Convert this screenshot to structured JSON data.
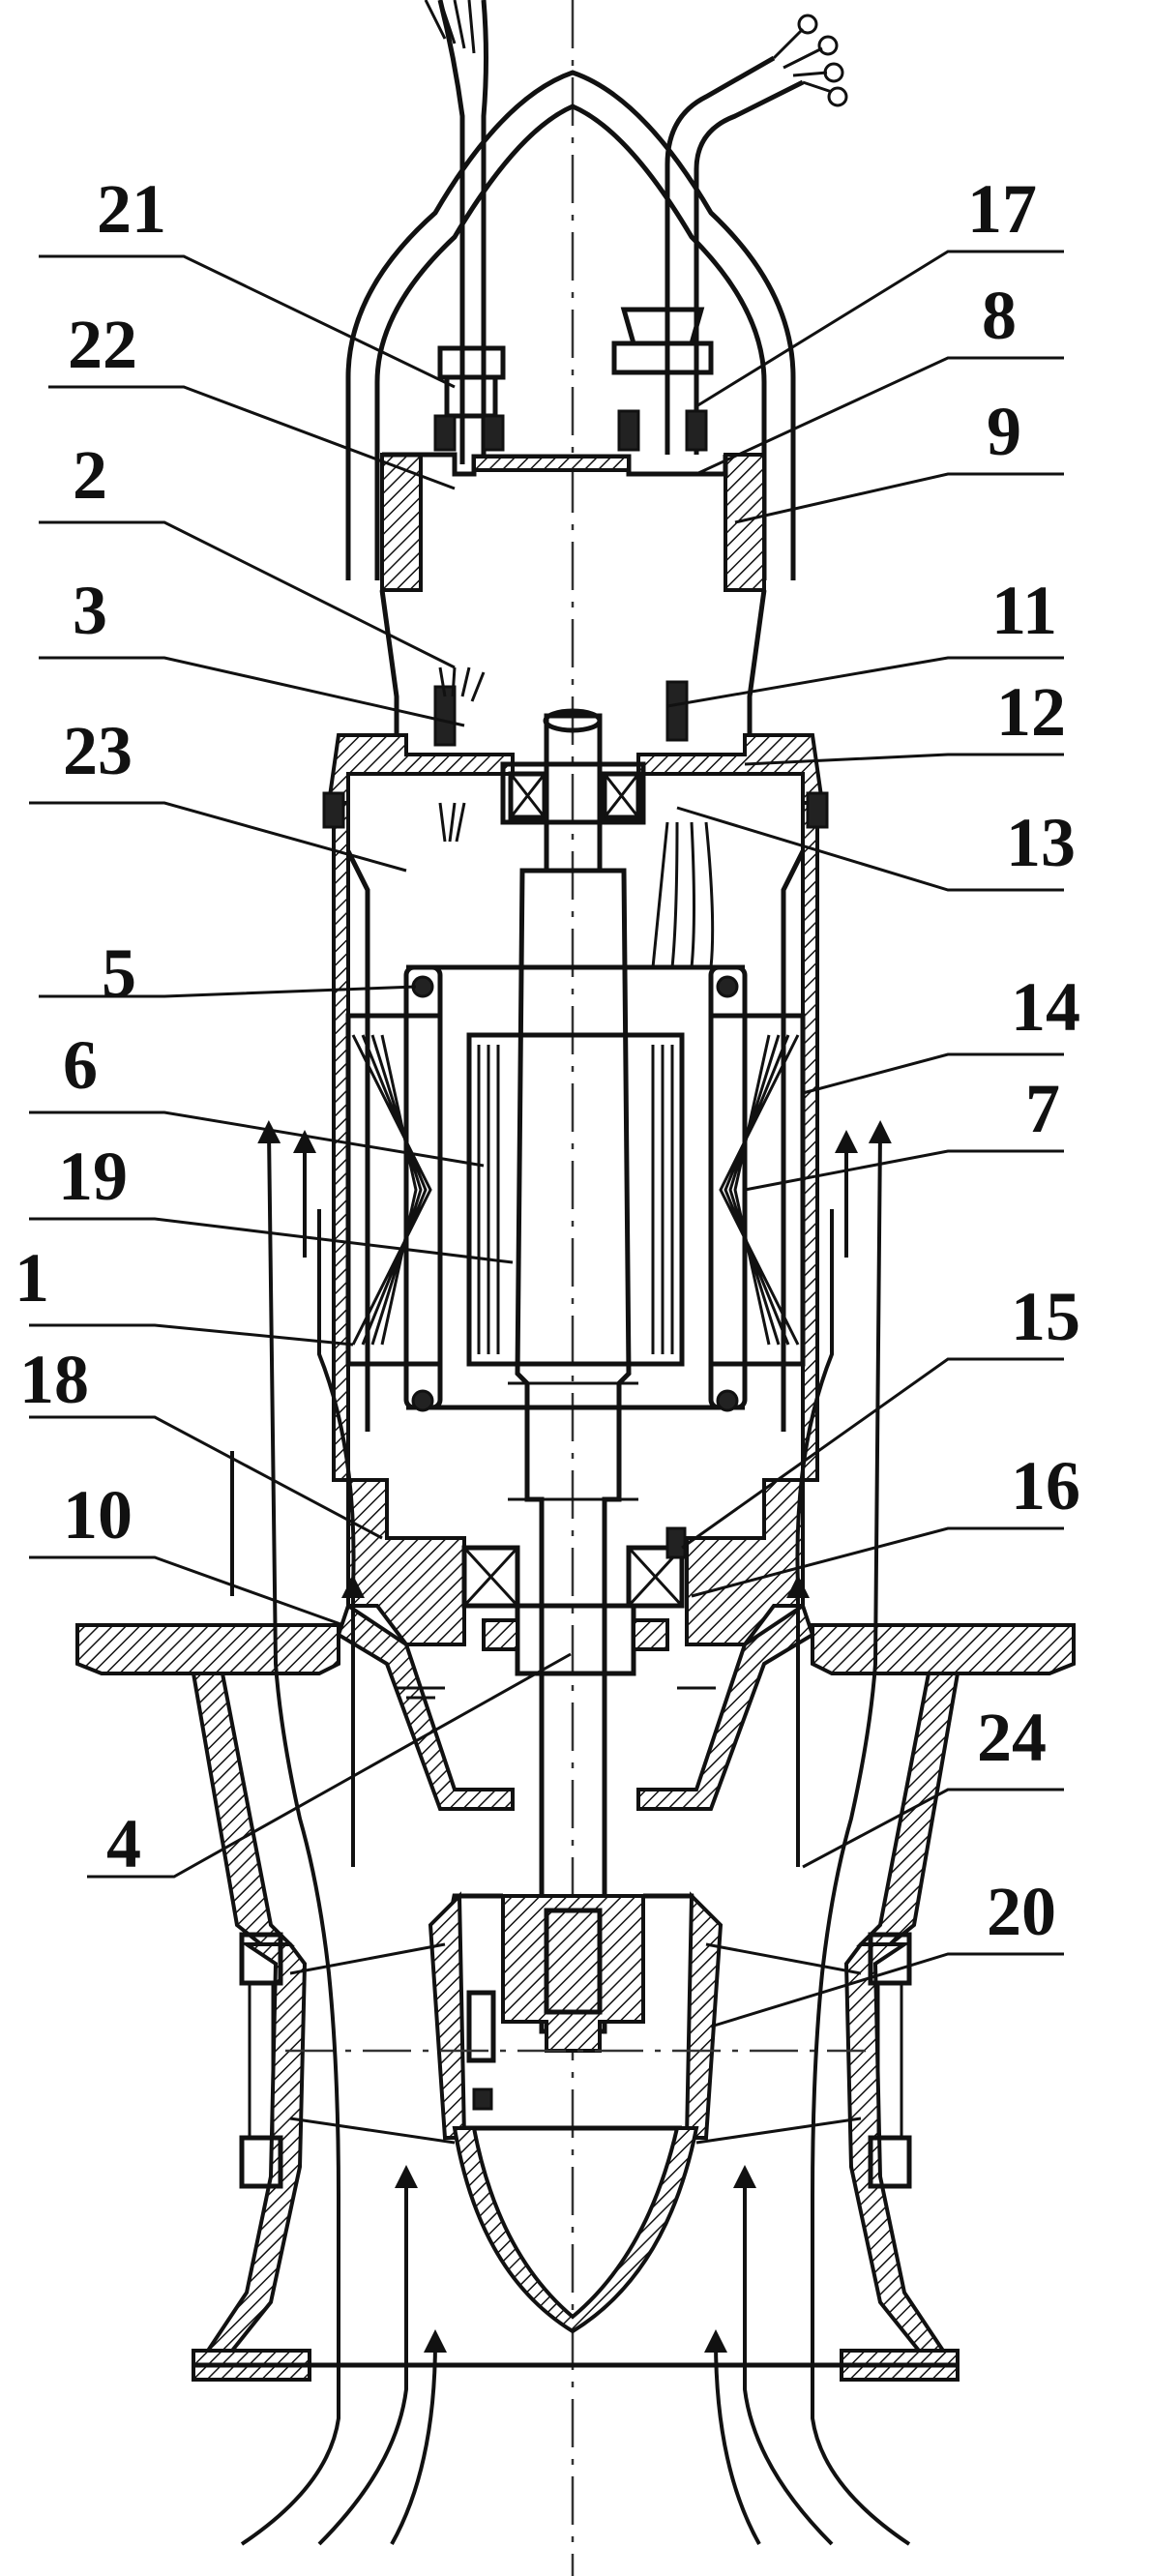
{
  "labels": [
    {
      "id": "n21",
      "text": "21"
    },
    {
      "id": "n22",
      "text": "22"
    },
    {
      "id": "n2",
      "text": "2"
    },
    {
      "id": "n3",
      "text": "3"
    },
    {
      "id": "n23",
      "text": "23"
    },
    {
      "id": "n5",
      "text": "5"
    },
    {
      "id": "n6",
      "text": "6"
    },
    {
      "id": "n19",
      "text": "19"
    },
    {
      "id": "n1",
      "text": "1"
    },
    {
      "id": "n18",
      "text": "18"
    },
    {
      "id": "n10",
      "text": "10"
    },
    {
      "id": "n4",
      "text": "4"
    },
    {
      "id": "n17",
      "text": "17"
    },
    {
      "id": "n8",
      "text": "8"
    },
    {
      "id": "n9",
      "text": "9"
    },
    {
      "id": "n11",
      "text": "11"
    },
    {
      "id": "n12",
      "text": "12"
    },
    {
      "id": "n13",
      "text": "13"
    },
    {
      "id": "n14",
      "text": "14"
    },
    {
      "id": "n7",
      "text": "7"
    },
    {
      "id": "n15",
      "text": "15"
    },
    {
      "id": "n16",
      "text": "16"
    },
    {
      "id": "n24",
      "text": "24"
    },
    {
      "id": "n20",
      "text": "20"
    }
  ]
}
